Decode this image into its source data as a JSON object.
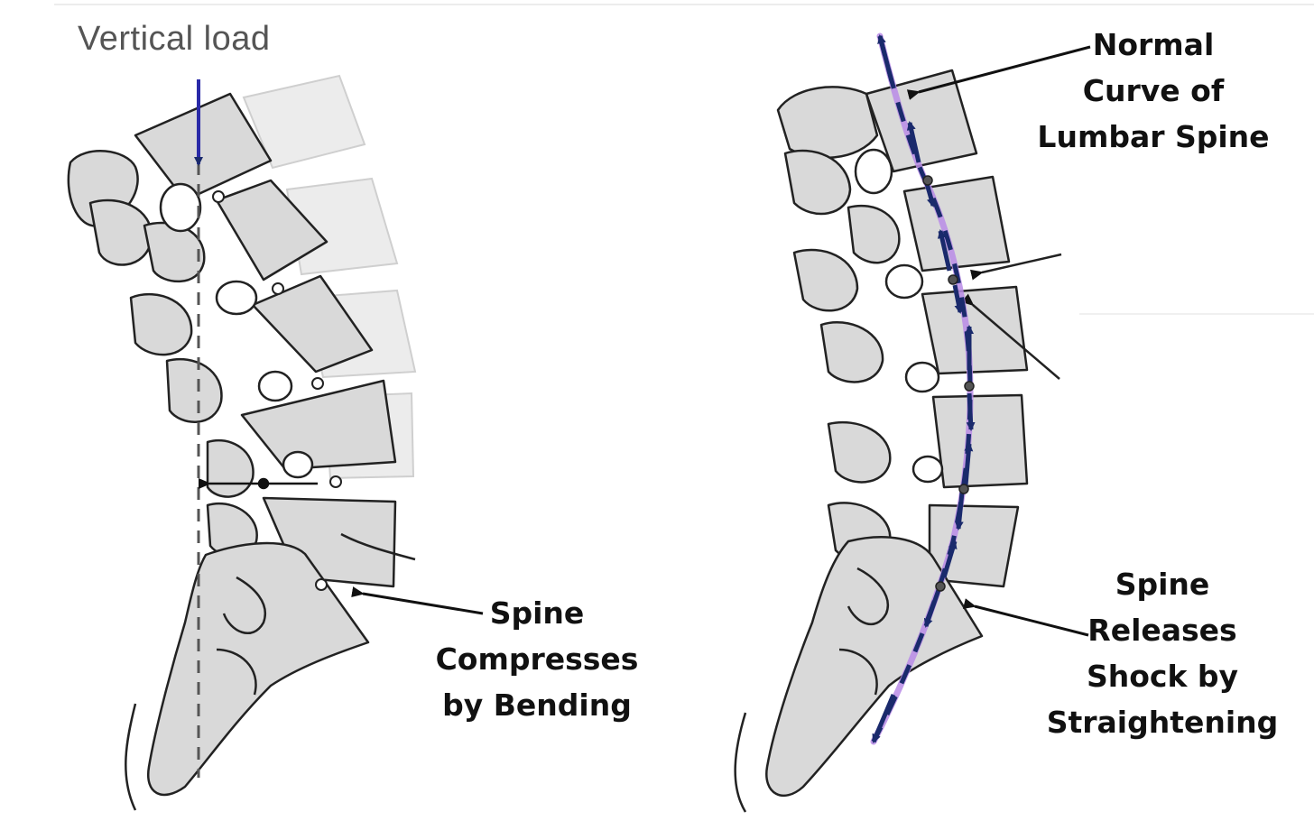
{
  "left_panel": {
    "title": "Vertical load",
    "caption": [
      "Spine",
      "Compresses",
      "by Bending"
    ]
  },
  "right_panel": {
    "top_caption": [
      "Normal",
      "Curve of",
      "Lumbar Spine"
    ],
    "bottom_caption": [
      "Spine",
      "Releases",
      "Shock by",
      "Straightening"
    ]
  },
  "colors": {
    "bone_fill": "#d9d9d9",
    "bone_stroke": "#222222",
    "ghost_fill": "#ececec",
    "ghost_stroke": "#c8c8c8",
    "arrow_navy": "#1a2a6c",
    "arrow_blue": "#2a2aa8",
    "highlight": "#b98be6",
    "label_text": "#111111",
    "title_text": "#555555"
  }
}
